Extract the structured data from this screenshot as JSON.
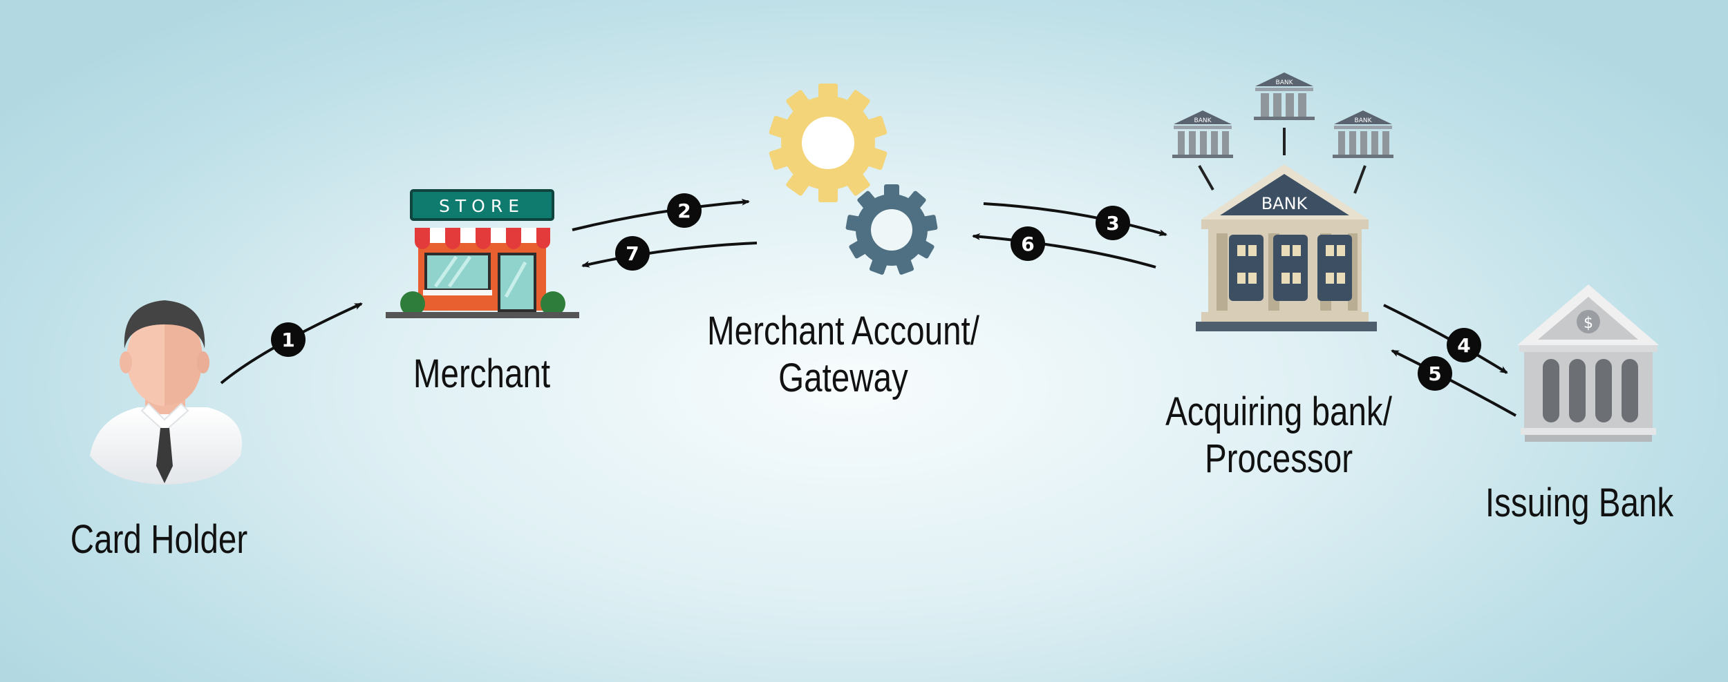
{
  "nodes": {
    "card_holder": {
      "label": "Card Holder"
    },
    "merchant": {
      "label": "Merchant",
      "sign": "STORE"
    },
    "gateway": {
      "line1": "Merchant Account/",
      "line2": "Gateway"
    },
    "acquiring": {
      "line1": "Acquiring bank/",
      "line2": "Processor",
      "sign": "BANK"
    },
    "issuing": {
      "label": "Issuing Bank",
      "symbol": "$"
    }
  },
  "steps": [
    "1",
    "2",
    "3",
    "4",
    "5",
    "6",
    "7"
  ],
  "mini_bank_sign": "BANK",
  "colors": {
    "arrow": "#111111",
    "badge": "#0b0b0b",
    "store_green": "#0f7a6e",
    "store_brick": "#e8602f",
    "gear_yellow": "#f3d479",
    "gear_blue": "#4f6f82",
    "bank_navy": "#3c4f63",
    "bank_beige": "#d8cdb6"
  }
}
